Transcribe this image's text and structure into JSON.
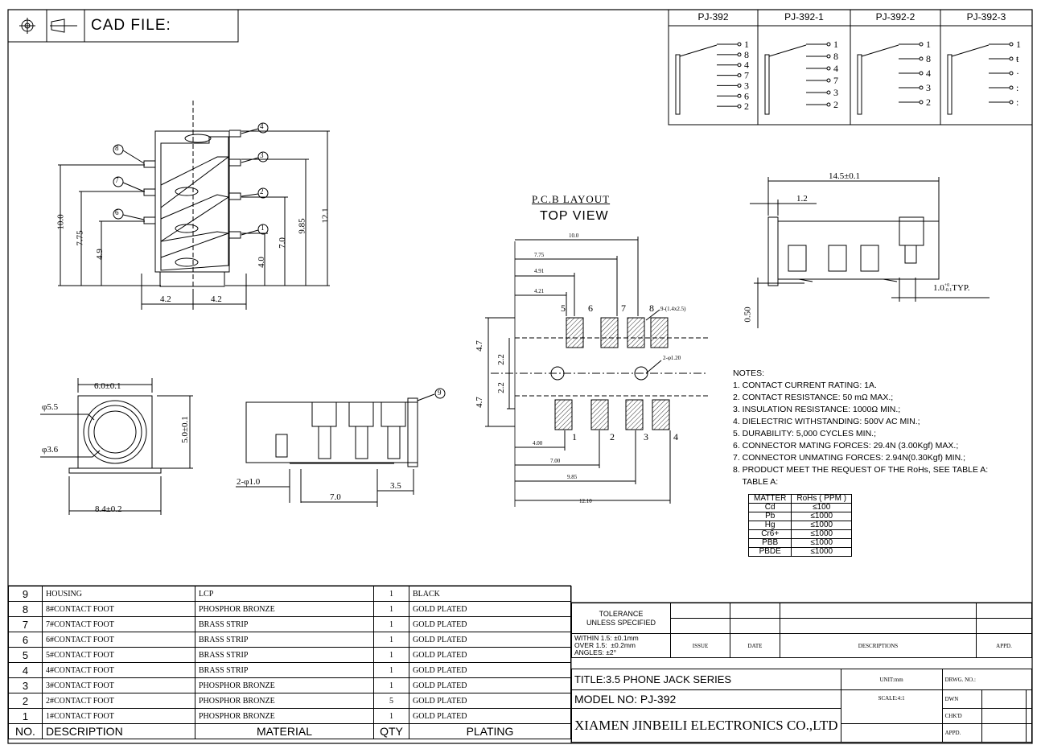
{
  "header": {
    "cad_label": "CAD FILE:"
  },
  "variants": [
    {
      "name": "PJ-392",
      "pins": [
        "1",
        "8",
        "4",
        "7",
        "3",
        "6",
        "2"
      ]
    },
    {
      "name": "PJ-392-1",
      "pins": [
        "1",
        "8",
        "4",
        "7",
        "3",
        "2"
      ]
    },
    {
      "name": "PJ-392-2",
      "pins": [
        "1",
        "8",
        "4",
        "3",
        "2"
      ]
    },
    {
      "name": "PJ-392-3",
      "pins": [
        "1",
        "ŧ",
        "·",
        ":",
        ":"
      ]
    }
  ],
  "dims": {
    "side": {
      "d10": "10.0",
      "d775": "7.75",
      "d49": "4.9",
      "d40": "4.0",
      "d70": "7.0",
      "d985": "9.85",
      "d121": "12.1",
      "w42a": "4.2",
      "w42b": "4.2"
    },
    "front": {
      "w": "6.0±0.1",
      "h": "5.0±0.1",
      "d55": "φ5.5",
      "d36": "φ3.6",
      "base": "8.4±0.2"
    },
    "bottom": {
      "holes": "2-φ1.0",
      "d70": "7.0",
      "d35": "3.5"
    },
    "right": {
      "len": "14.5±0.1",
      "d12": "1.2",
      "d050": "0.50",
      "pin": "1.0",
      "pin_sup": "+0",
      "pin_sub": "-0.1",
      "pin_typ": "TYP."
    }
  },
  "pcb": {
    "title": "P.C.B LAYOUT",
    "subtitle": "TOP VIEW",
    "pads_note": "9-(1.4x2.5)",
    "holes_note": "2-φ1.20",
    "dims_top": [
      "10.0",
      "7.75",
      "4.91",
      "4.21"
    ],
    "dims_bottom": [
      "4.00",
      "7.00",
      "9.85",
      "12.10"
    ],
    "dims_left": [
      "4.7",
      "2.2",
      "2.2",
      "4.7"
    ],
    "top_pads": [
      "5",
      "6",
      "7",
      "8"
    ],
    "bottom_pads": [
      "1",
      "2",
      "3",
      "4"
    ]
  },
  "notes": {
    "title": "NOTES:",
    "items": [
      "1. CONTACT CURRENT RATING: 1A.",
      "2. CONTACT RESISTANCE: 50 mΩ MAX.;",
      "3. INSULATION RESISTANCE: 1000Ω MIN.;",
      "4. DIELECTRIC WITHSTANDING: 500V AC MIN.;",
      "5. DURABILITY: 5,000 CYCLES MIN.;",
      "6. CONNECTOR MATING FORCES: 29.4N (3.00Kgf) MAX.;",
      "7. CONNECTOR UNMATING FORCES: 2.94N(0.30Kgf) MIN.;",
      "8. PRODUCT MEET THE REQUEST OF THE RoHs, SEE TABLE A:",
      "    TABLE A:"
    ]
  },
  "rohs": {
    "headers": [
      "MATTER",
      "RoHs ( PPM )"
    ],
    "rows": [
      [
        "Cd",
        "≤100"
      ],
      [
        "Pb",
        "≤1000"
      ],
      [
        "Hg",
        "≤1000"
      ],
      [
        "Cr6+",
        "≤1000"
      ],
      [
        "PBB",
        "≤1000"
      ],
      [
        "PBDE",
        "≤1000"
      ]
    ]
  },
  "bom": {
    "rows": [
      {
        "no": "9",
        "desc": "HOUSING",
        "mat": "LCP",
        "qty": "1",
        "plating": "BLACK"
      },
      {
        "no": "8",
        "desc": "8#CONTACT FOOT",
        "mat": "PHOSPHOR BRONZE",
        "qty": "1",
        "plating": "GOLD PLATED"
      },
      {
        "no": "7",
        "desc": "7#CONTACT FOOT",
        "mat": "BRASS STRIP",
        "qty": "1",
        "plating": "GOLD PLATED"
      },
      {
        "no": "6",
        "desc": "6#CONTACT FOOT",
        "mat": "BRASS STRIP",
        "qty": "1",
        "plating": "GOLD PLATED"
      },
      {
        "no": "5",
        "desc": "5#CONTACT FOOT",
        "mat": "BRASS STRIP",
        "qty": "1",
        "plating": "GOLD PLATED"
      },
      {
        "no": "4",
        "desc": "4#CONTACT FOOT",
        "mat": "BRASS STRIP",
        "qty": "1",
        "plating": "GOLD PLATED"
      },
      {
        "no": "3",
        "desc": "3#CONTACT FOOT",
        "mat": "PHOSPHOR BRONZE",
        "qty": "1",
        "plating": "GOLD PLATED"
      },
      {
        "no": "2",
        "desc": "2#CONTACT FOOT",
        "mat": "PHOSPHOR BRONZE",
        "qty": "5",
        "plating": "GOLD PLATED"
      },
      {
        "no": "1",
        "desc": "1#CONTACT FOOT",
        "mat": "PHOSPHOR BRONZE",
        "qty": "1",
        "plating": "GOLD PLATED"
      }
    ],
    "headers": {
      "no": "NO.",
      "desc": "DESCRIPTION",
      "mat": "MATERIAL",
      "qty": "QTY",
      "plating": "PLATING"
    }
  },
  "title_block": {
    "tolerance": "TOLERANCE\nUNLESS SPECIFIED",
    "tol_lines": [
      "WITHIN 1.5: ±0.1mm",
      "OVER 1.5:  ±0.2mm",
      "ANGLES: ±2°"
    ],
    "issue": "ISSUE",
    "date": "DATE",
    "descriptions": "DESCRIPTIONS",
    "appd": "APPD.",
    "title": "TITLE:3.5 PHONE JACK SERIES",
    "model": "MODEL NO: PJ-392",
    "unit": "UNIT:mm",
    "scale": "SCALE:4:1",
    "drwg": "DRWG. NO.:",
    "dwn": "DWN",
    "chkd": "CHK'D",
    "appd2": "APPD.",
    "company": "XIAMEN JINBEILI ELECTRONICS CO.,LTD"
  }
}
